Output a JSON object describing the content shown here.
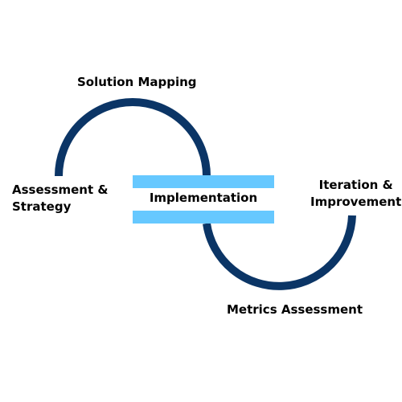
{
  "colors": {
    "arc": "#0b3566",
    "bar": "#66c8ff",
    "text": "#000000",
    "background": "#ffffff"
  },
  "labels": {
    "top": "Solution Mapping",
    "left_line1": "Assessment &",
    "left_line2": "Strategy",
    "center": "Implementation",
    "right_line1": "Iteration &",
    "right_line2": "Improvement",
    "bottom": "Metrics Assessment"
  }
}
